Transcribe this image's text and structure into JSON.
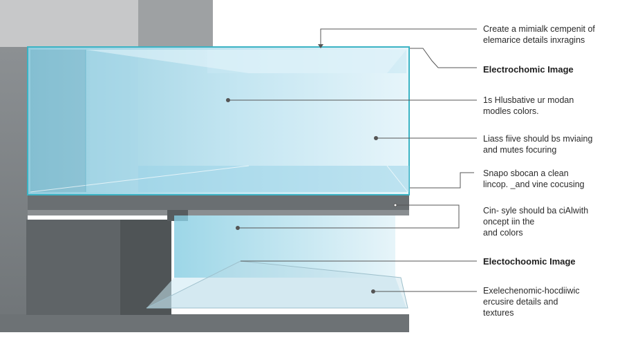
{
  "labels": [
    {
      "lines": [
        "Create a mimialk cempenit of",
        "elemarice details inxragins"
      ]
    },
    {
      "lines": [
        "Electrochomic Image"
      ],
      "bold": true
    },
    {
      "lines": [
        "1s Hlusbative ur modan",
        "modles colors."
      ]
    },
    {
      "lines": [
        "Liass fiive should bs mviaing",
        "and mutes focuring"
      ]
    },
    {
      "lines": [
        "Snapo sbocan a clean",
        "lincop. _and vine cocusing"
      ]
    },
    {
      "lines": [
        "Cin- syle should ba ciAlwith",
        "oncept iin the",
        "and colors"
      ]
    },
    {
      "lines": [
        "Electochoomic Image"
      ],
      "bold": true
    },
    {
      "lines": [
        "Exelechenomic-hocdiiwic",
        "ercusire details and",
        "textures"
      ]
    }
  ],
  "colors": {
    "wall_dark": "#5e6366",
    "wall_mid": "#7d8285",
    "wall_light": "#a9acae",
    "glass_light": "#d6eef8",
    "glass_mid": "#9fd6ea",
    "glass_edge": "#3bb3c4",
    "leader_line": "#555555"
  }
}
